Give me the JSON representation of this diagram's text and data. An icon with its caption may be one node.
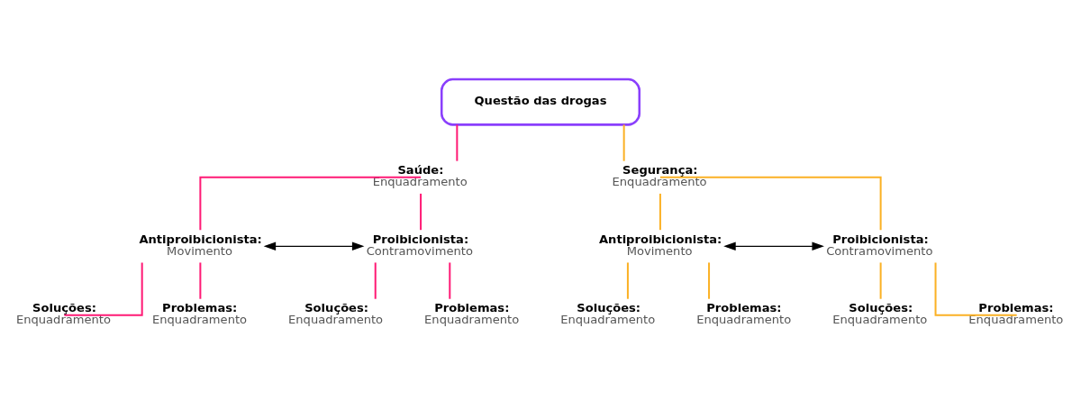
{
  "diagram": {
    "nodes": [
      {
        "text": [
          "Questão das drogas"
        ]
      },
      {
        "text": [
          "Saúde:",
          "Enquadramento"
        ]
      },
      {
        "text": [
          "Segurança:",
          "Enquadramento"
        ]
      },
      {
        "text": [
          "Antiproibicionista:",
          "Movimento"
        ]
      },
      {
        "text": [
          "Proibicionista:",
          "Contramovimento"
        ]
      },
      {
        "text": [
          "Antiproibicionista:",
          "Movimento"
        ]
      },
      {
        "text": [
          "Proibicionista:",
          "Contramovimento"
        ]
      },
      {
        "text": [
          "Soluções:",
          "Enquadramento"
        ]
      },
      {
        "text": [
          "Problemas:",
          "Enquadramento"
        ]
      },
      {
        "text": [
          "Soluções:",
          "Enquadramento"
        ]
      },
      {
        "text": [
          "Problemas:",
          "Enquadramento"
        ]
      },
      {
        "text": [
          "Soluções:",
          "Enquadramento"
        ]
      },
      {
        "text": [
          "Problemas:",
          "Enquadramento"
        ]
      },
      {
        "text": [
          "Soluções:",
          "Enquadramento"
        ]
      },
      {
        "text": [
          "Problemas:",
          "Enquadramento"
        ]
      }
    ],
    "edges": [
      {
        "from": 0,
        "to": 1,
        "arrow": "none",
        "color": "#ff1a75"
      },
      {
        "from": 0,
        "to": 2,
        "arrow": "none",
        "color": "#fbb125"
      },
      {
        "from": 1,
        "to": 3,
        "arrow": "none",
        "color": "#ff1a75"
      },
      {
        "from": 1,
        "to": 4,
        "arrow": "none",
        "color": "#ff1a75"
      },
      {
        "from": 2,
        "to": 5,
        "arrow": "none",
        "color": "#fbb125"
      },
      {
        "from": 2,
        "to": 6,
        "arrow": "none",
        "color": "#fbb125"
      },
      {
        "from": 3,
        "to": 4,
        "arrow": "both",
        "color": "#000000"
      },
      {
        "from": 5,
        "to": 6,
        "arrow": "both",
        "color": "#000000"
      },
      {
        "from": 3,
        "to": 7,
        "arrow": "none",
        "color": "#ff1a75"
      },
      {
        "from": 3,
        "to": 8,
        "arrow": "none",
        "color": "#ff1a75"
      },
      {
        "from": 4,
        "to": 9,
        "arrow": "none",
        "color": "#ff1a75"
      },
      {
        "from": 4,
        "to": 10,
        "arrow": "none",
        "color": "#ff1a75"
      },
      {
        "from": 5,
        "to": 11,
        "arrow": "none",
        "color": "#fbb125"
      },
      {
        "from": 5,
        "to": 12,
        "arrow": "none",
        "color": "#fbb125"
      },
      {
        "from": 6,
        "to": 13,
        "arrow": "none",
        "color": "#fbb125"
      },
      {
        "from": 6,
        "to": 14,
        "arrow": "none",
        "color": "#fbb125"
      }
    ]
  }
}
